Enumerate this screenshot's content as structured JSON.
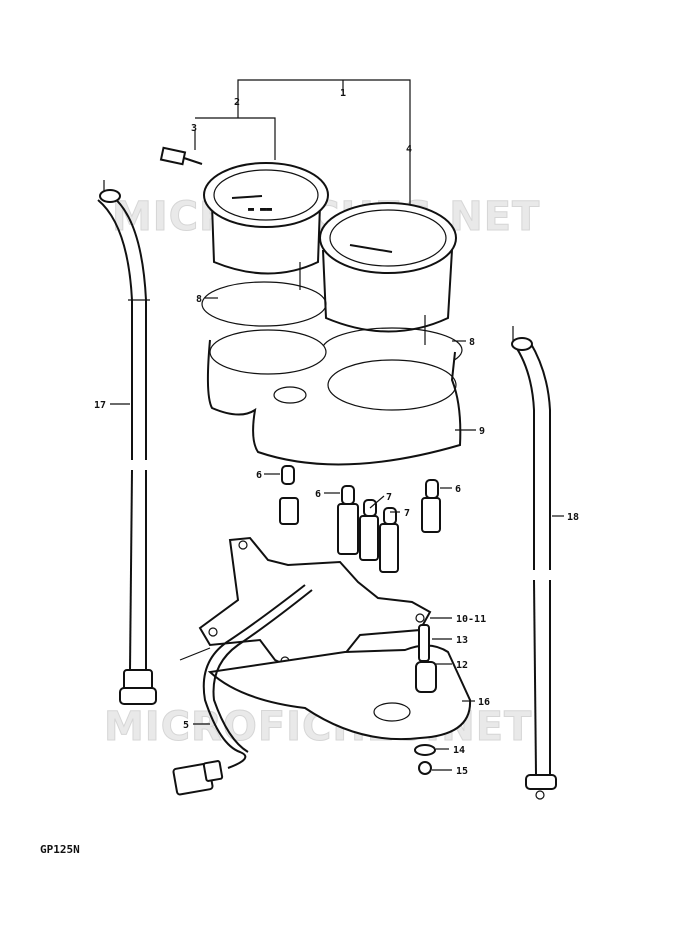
{
  "watermark": "MICROFICHES.NET",
  "diagram_code": "GP125N",
  "callouts": {
    "c1": "1",
    "c2": "2",
    "c3": "3",
    "c4": "4",
    "c5": "5",
    "c6a": "6",
    "c6b": "6",
    "c6c": "6",
    "c7a": "7",
    "c7b": "7",
    "c8a": "8",
    "c8b": "8",
    "c9": "9",
    "c10_11": "10-11",
    "c12": "12",
    "c13": "13",
    "c14": "14",
    "c15": "15",
    "c16": "16",
    "c17": "17",
    "c18": "18"
  }
}
